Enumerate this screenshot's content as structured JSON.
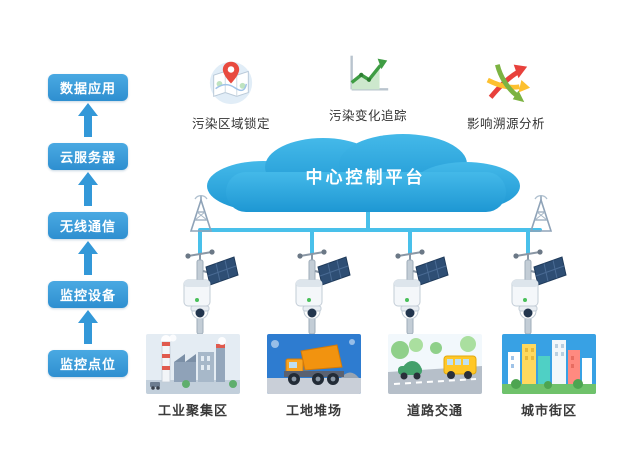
{
  "left_stack": {
    "items": [
      {
        "label": "数据应用"
      },
      {
        "label": "云服务器"
      },
      {
        "label": "无线通信"
      },
      {
        "label": "监控设备"
      },
      {
        "label": "监控点位"
      }
    ]
  },
  "top_features": [
    {
      "label": "污染区域锁定",
      "icon": "map-pin-icon"
    },
    {
      "label": "污染变化追踪",
      "icon": "trend-chart-icon"
    },
    {
      "label": "影响溯源分析",
      "icon": "source-arrows-icon"
    }
  ],
  "cloud": {
    "label": "中心控制平台"
  },
  "scenes": [
    {
      "label": "工业聚集区",
      "image": "industrial-scene"
    },
    {
      "label": "工地堆场",
      "image": "construction-yard-scene"
    },
    {
      "label": "道路交通",
      "image": "road-traffic-scene"
    },
    {
      "label": "城市街区",
      "image": "city-block-scene"
    }
  ],
  "colors": {
    "node_blue": "#3398d8",
    "cloud_blue": "#2ba6de",
    "line_cyan": "#49c0ea"
  }
}
